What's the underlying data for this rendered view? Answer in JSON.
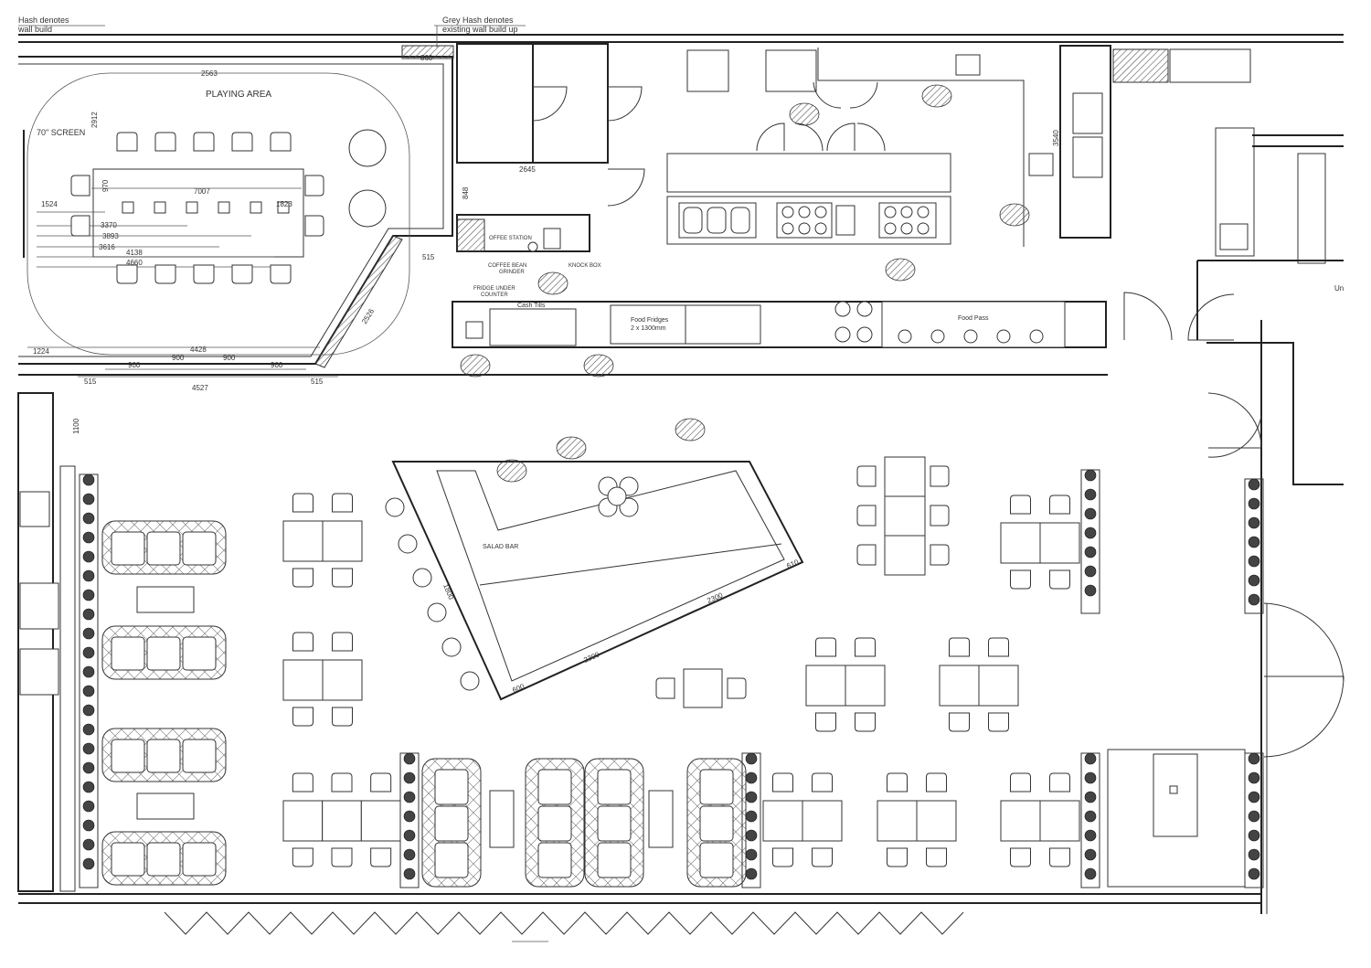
{
  "notes": {
    "hash_line1": "Hash denotes",
    "hash_line2": "wall build",
    "grey_line1": "Grey Hash denotes",
    "grey_line2": "existing wall build up"
  },
  "labels": {
    "playing_area": "PLAYING AREA",
    "screen": "70\" SCREEN",
    "coffee_station": "OFFEE STATION",
    "coffee_grinder_1": "COFFEE BEAN",
    "coffee_grinder_2": "GRINDER",
    "knock_box": "KNOCK BOX",
    "fridge_1": "FRIDGE UNDER",
    "fridge_2": "COUNTER",
    "cash_tills": "Cash Tills",
    "food_fridges_1": "Food Fridges",
    "food_fridges_2": "2 x 1300mm",
    "food_pass": "Food Pass",
    "salad_bar": "SALAD BAR",
    "edge_text": "Un"
  },
  "dimensions": {
    "d_2563": "2563",
    "d_860": "860",
    "d_2912": "2912",
    "d_7007": "7007",
    "d_1524": "1524",
    "d_1823": "1823",
    "d_970": "970",
    "d_3370": "3370",
    "d_3893": "3893",
    "d_3616": "3616",
    "d_4138": "4138",
    "d_4660": "4660",
    "d_2645": "2645",
    "d_848": "848",
    "d_515_top": "515",
    "d_2526": "2526",
    "d_1224": "1224",
    "d_4428": "4428",
    "d_900_a": "900",
    "d_900_b": "900",
    "d_900_c": "900",
    "d_900_d": "900",
    "d_4527": "4527",
    "d_515_left": "515",
    "d_515_right": "515",
    "d_1100": "1100",
    "d_3540": "3540",
    "d_1800": "1800",
    "d_2300_a": "2300",
    "d_2300_b": "2300",
    "d_600": "600",
    "d_610": "610"
  }
}
